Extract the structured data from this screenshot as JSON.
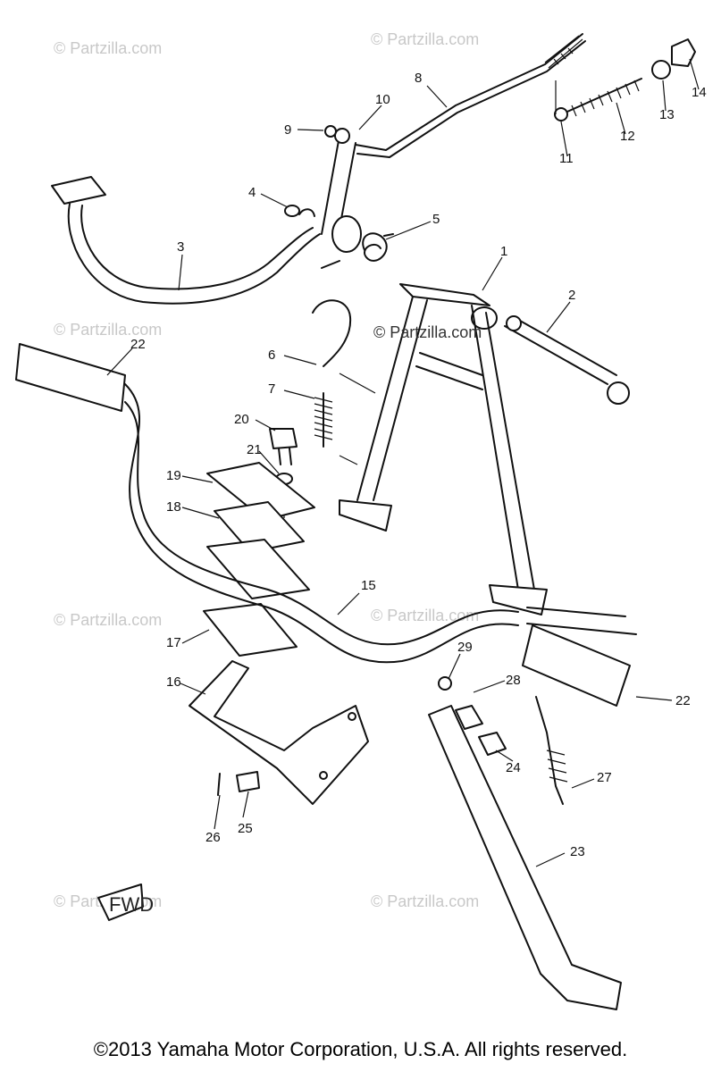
{
  "watermark": "© Partzilla.com",
  "center_watermark": "© Partzilla.com",
  "copyright": "©2013 Yamaha Motor Corporation, U.S.A. All rights reserved.",
  "fwd_label": "FWD",
  "callouts": [
    "1",
    "2",
    "3",
    "4",
    "5",
    "6",
    "7",
    "8",
    "9",
    "10",
    "11",
    "12",
    "13",
    "14",
    "15",
    "16",
    "17",
    "18",
    "19",
    "20",
    "21",
    "22",
    "22",
    "23",
    "24",
    "25",
    "26",
    "27",
    "28",
    "29"
  ]
}
